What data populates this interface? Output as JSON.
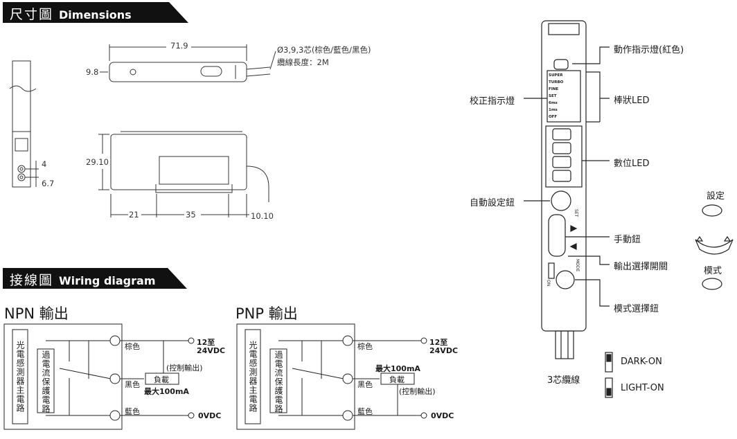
{
  "sections": {
    "dimensions": {
      "cjk": "尺寸圖",
      "en": "Dimensions"
    },
    "wiring": {
      "cjk": "接線圖",
      "en": "Wiring diagram"
    }
  },
  "dimensions": {
    "length": "71.9",
    "height_top": "9.8",
    "cable_spec": "Ø3,9,3芯(棕色/藍色/黑色)",
    "cable_length": "纜線長度：2M",
    "height_side": "29.10",
    "d4": "4",
    "d67": "6.7",
    "d21": "21",
    "d35": "35",
    "d1010": "10.10"
  },
  "npn": {
    "title": "NPN 輸出",
    "main_circuit": "光電感測器主電路",
    "overcurrent": "過電流保護電路",
    "brown": "棕色",
    "black": "黑色",
    "blue": "藍色",
    "v12": "12至",
    "v24": "24VDC",
    "control_output": "(控制輸出)",
    "load": "負載",
    "max": "最大100mA",
    "v0": "0VDC"
  },
  "pnp": {
    "title": "PNP 輸出",
    "main_circuit": "光電感測器主電路",
    "overcurrent": "過電流保護電路",
    "brown": "棕色",
    "black": "黑色",
    "blue": "藍色",
    "v12": "12至",
    "v24": "24VDC",
    "max": "最大100mA",
    "load": "負載",
    "control_output": "(控制輸出)",
    "v0": "0VDC"
  },
  "device": {
    "action_led": "動作指示燈(紅色)",
    "calib_led": "校正指示燈",
    "bar_led": "棒狀LED",
    "digital_led": "數位LED",
    "auto_button": "自動設定鈕",
    "manual_button": "手動鈕",
    "output_switch": "輸出選擇開關",
    "mode_button": "模式選擇鈕",
    "cable": "3芯纜線",
    "bar_labels": [
      "SUPER",
      "TURBO",
      "FINE",
      "SET",
      "6ms",
      "1ms",
      "OFF"
    ],
    "set_mark": "SET",
    "mode_mark": "MODE",
    "on_mark": "ON",
    "dark_on": "DARK-ON",
    "light_on": "LIGHT-ON"
  },
  "side_legend": {
    "setting": "設定",
    "mode": "模式"
  }
}
